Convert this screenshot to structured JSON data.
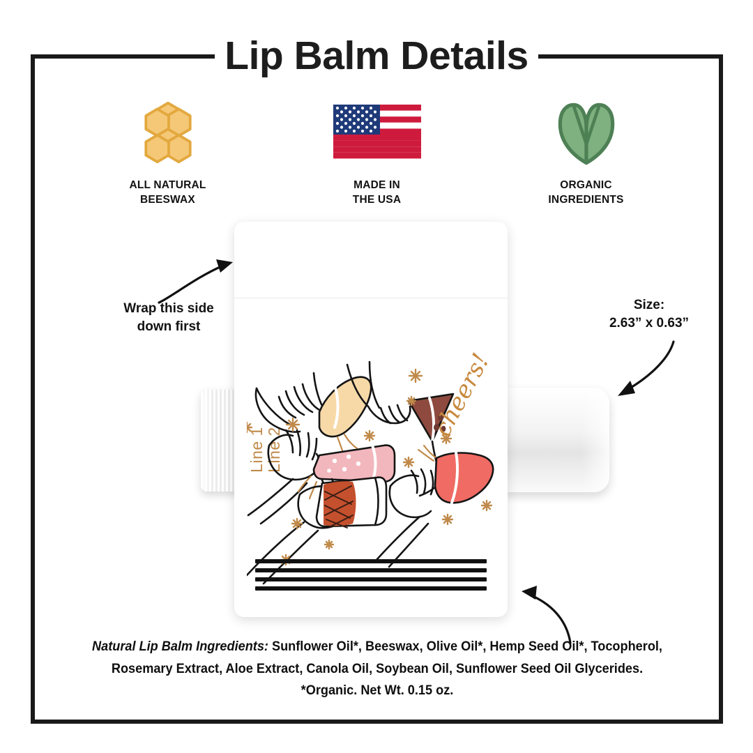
{
  "page": {
    "title": "Lip Balm Details",
    "frame_color": "#1a1a1a",
    "background": "#ffffff"
  },
  "badges": [
    {
      "icon": "honeycomb-icon",
      "label": "ALL NATURAL\nBEESWAX",
      "label_line1": "ALL NATURAL",
      "label_line2": "BEESWAX",
      "fill": "#F5C878",
      "stroke": "#E3A83E"
    },
    {
      "icon": "usa-flag-icon",
      "label": "MADE IN\nTHE USA",
      "label_line1": "MADE IN",
      "label_line2": "THE USA",
      "red": "#CE1B3D",
      "blue": "#1F3A79",
      "white": "#ffffff"
    },
    {
      "icon": "leaves-icon",
      "label": "ORGANIC\nINGREDIENTS",
      "label_line1": "ORGANIC",
      "label_line2": "INGREDIENTS",
      "fill": "#7FB180",
      "stroke": "#4E8055"
    }
  ],
  "callouts": {
    "wrap": {
      "line1": "Wrap this side",
      "line2": "down first",
      "arrow": "curved-arrow-up-right"
    },
    "size": {
      "line1": "Size:",
      "line2": "2.63” x 0.63”",
      "arrow": "curved-arrow-down-left"
    },
    "ingredients_arrow": "curved-arrow-up-left"
  },
  "label": {
    "vertical_text": {
      "line1": "Line 1",
      "line2": "Line 2",
      "color": "#c08a4a"
    },
    "script_text": "cheers!",
    "script_color": "#c88a3f",
    "placeholder_line_count": 4,
    "artwork_name": "hands-toasting-drinks-illustration",
    "artwork_colors": {
      "champagne": "#F7D9A8",
      "cocktail": "#8E4A3E",
      "rose": "#F2B7BD",
      "wine": "#EF6B63",
      "sparkle": "#C08A4A"
    }
  },
  "tube": {
    "cap_name": "lip-balm-cap",
    "body_name": "lip-balm-tube-body"
  },
  "ingredients": {
    "heading": "Natural Lip Balm Ingredients:",
    "body": " Sunflower Oil*, Beeswax, Olive Oil*, Hemp Seed Oil*, Tocopherol, Rosemary Extract, Aloe Extract, Canola Oil, Soybean Oil, Sunflower Seed Oil Glycerides.",
    "footnote": "*Organic. Net Wt. 0.15 oz."
  }
}
